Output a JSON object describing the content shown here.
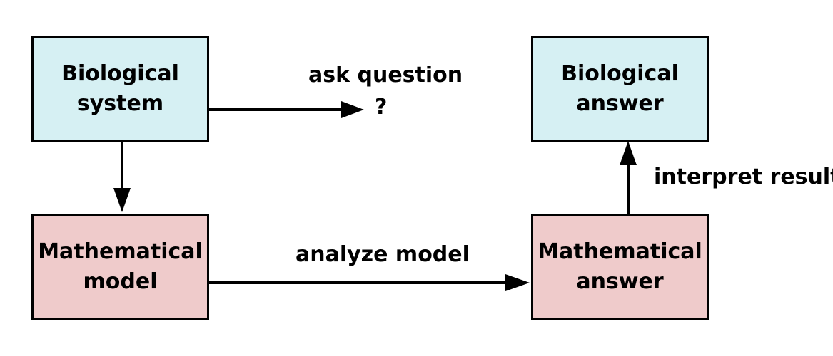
{
  "colors": {
    "biological_fill": "#d6f0f3",
    "mathematical_fill": "#efcbcb",
    "stroke": "#000000"
  },
  "boxes": {
    "biological_system": {
      "line1": "Biological",
      "line2": "system"
    },
    "mathematical_model": {
      "line1": "Mathematical",
      "line2": "model"
    },
    "biological_answer": {
      "line1": "Biological",
      "line2": "answer"
    },
    "mathematical_answer": {
      "line1": "Mathematical",
      "line2": "answer"
    }
  },
  "labels": {
    "ask_question": "ask question",
    "question_mark": "?",
    "analyze_model": "analyze model",
    "interpret_result": "interpret result"
  }
}
